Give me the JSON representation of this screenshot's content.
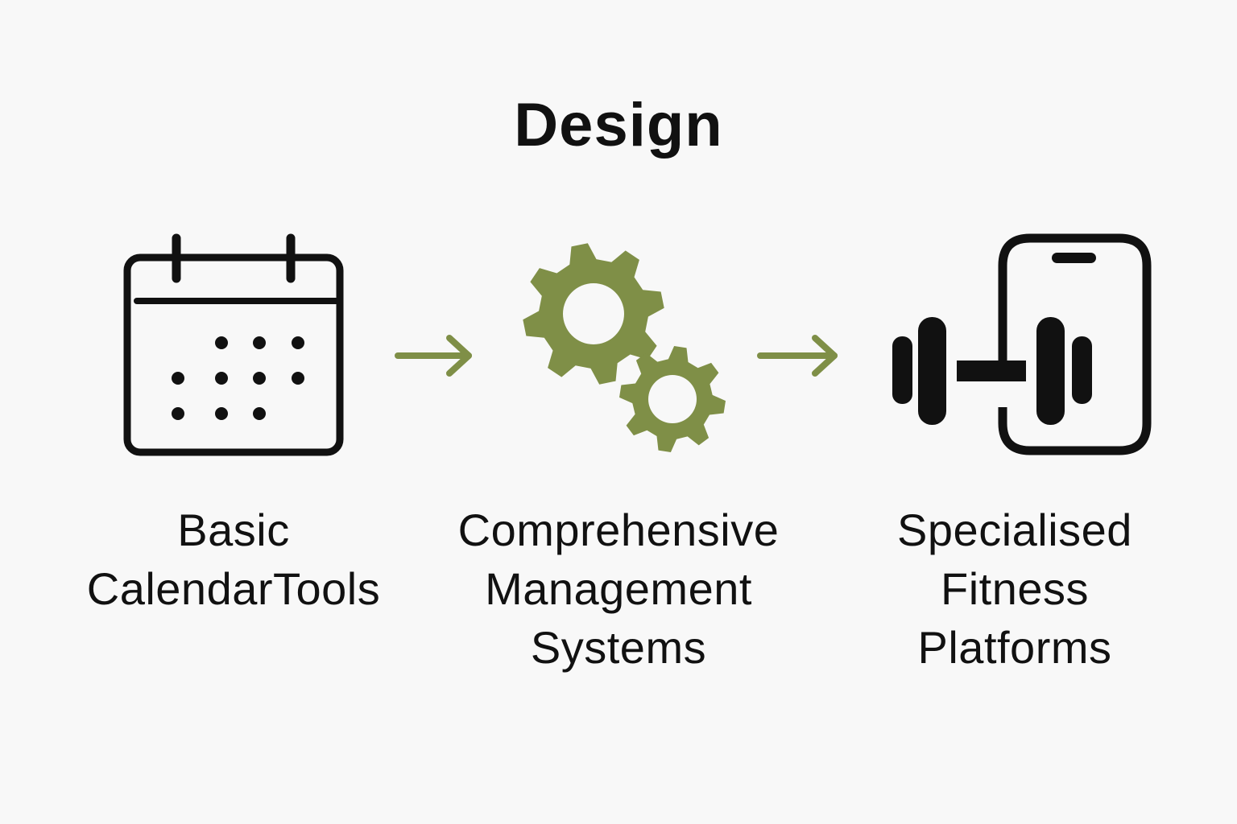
{
  "title": "Design",
  "colors": {
    "accent": "#7f8f47",
    "ink": "#111111",
    "background": "#f8f8f8"
  },
  "stages": [
    {
      "icon": "calendar-icon",
      "label_lines": [
        "Basic",
        "CalendarTools"
      ]
    },
    {
      "icon": "gears-icon",
      "label_lines": [
        "Comprehensive",
        "Management",
        "Systems"
      ]
    },
    {
      "icon": "phone-dumbbell-icon",
      "label_lines": [
        "Specialised",
        "Fitness",
        "Platforms"
      ]
    }
  ],
  "connectors": [
    {
      "from": 0,
      "to": 1,
      "icon": "arrow-right-icon"
    },
    {
      "from": 1,
      "to": 2,
      "icon": "arrow-right-icon"
    }
  ]
}
